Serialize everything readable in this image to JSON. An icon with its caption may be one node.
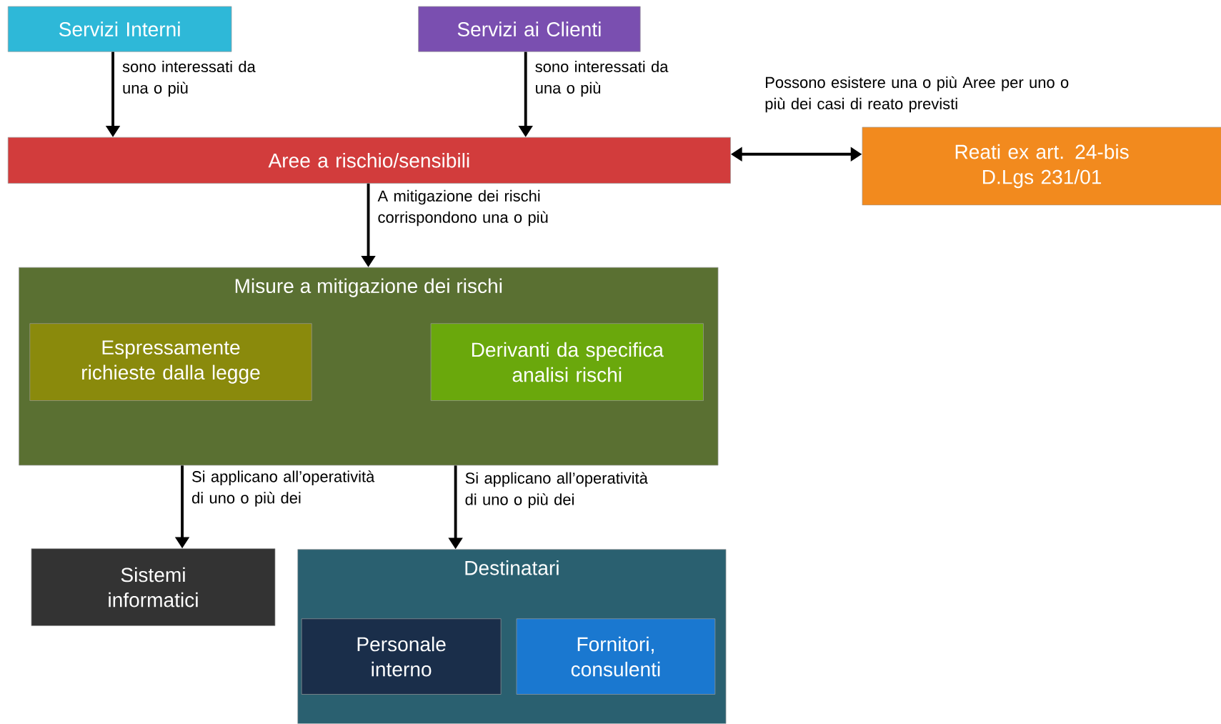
{
  "diagram": {
    "nodes": [
      {
        "text": [
          "Servizi Interni"
        ]
      },
      {
        "text": [
          "Servizi ai Clienti"
        ]
      },
      {
        "text": [
          "Aree a rischio/sensibili"
        ]
      },
      {
        "text": [
          "Reati ex art. 24-bis D.Lgs 231/01"
        ]
      },
      {
        "text": [
          "Misure a mitigazione dei rischi"
        ]
      },
      {
        "text": [
          "Espressamente richieste dalla legge"
        ],
        "in": 4
      },
      {
        "text": [
          "Derivanti da specifica analisi rischi"
        ],
        "in": 4
      },
      {
        "text": [
          "Sistemi informatici"
        ]
      },
      {
        "text": [
          "Destinatari"
        ]
      },
      {
        "text": [
          "Personale interno"
        ],
        "in": 8
      },
      {
        "text": [
          "Fornitori, consulenti"
        ],
        "in": 8
      }
    ],
    "edges": [
      {
        "from": 0,
        "to": 2,
        "arrow": "to",
        "label": "sono interessati da una o più"
      },
      {
        "from": 1,
        "to": 2,
        "arrow": "to",
        "label": "sono interessati da una o più"
      },
      {
        "from": 2,
        "to": 3,
        "arrow": "both",
        "label": "Possono esistere una o più Aree per uno o più dei casi di reato previsti"
      },
      {
        "from": 2,
        "to": 4,
        "arrow": "to",
        "label": "A mitigazione dei rischi corrispondono una o più"
      },
      {
        "from": 4,
        "to": 7,
        "arrow": "to",
        "label": "Si applicano all’operatività di uno o più dei"
      },
      {
        "from": 4,
        "to": 8,
        "arrow": "to",
        "label": "Si applicano all’operatività di uno o più dei"
      }
    ]
  }
}
